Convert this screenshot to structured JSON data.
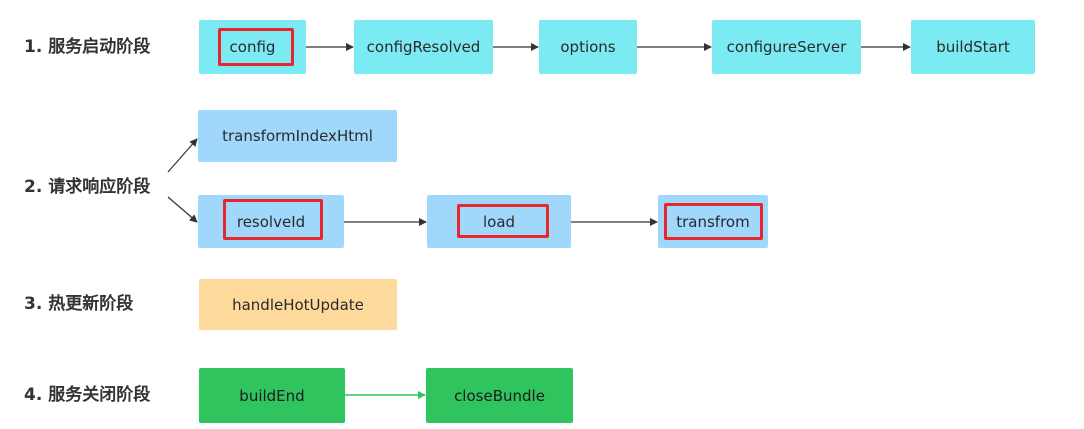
{
  "phases": {
    "p1": "1. 服务启动阶段",
    "p2": "2. 请求响应阶段",
    "p3": "3. 热更新阶段",
    "p4": "4. 服务关闭阶段"
  },
  "nodes": {
    "config": "config",
    "configResolved": "configResolved",
    "options": "options",
    "configureServer": "configureServer",
    "buildStart": "buildStart",
    "transformIndexHtml": "transformIndexHtml",
    "resolveId": "resolveId",
    "load": "load",
    "transfrom": "transfrom",
    "handleHotUpdate": "handleHotUpdate",
    "buildEnd": "buildEnd",
    "closeBundle": "closeBundle"
  },
  "colors": {
    "startup": "#7ceaf2",
    "request": "#9fd8fb",
    "hotupdate": "#fdd99b",
    "shutdown": "#30c45f",
    "highlight": "#e8262d",
    "arrow": "#333333",
    "arrow_green": "#30c45f"
  }
}
